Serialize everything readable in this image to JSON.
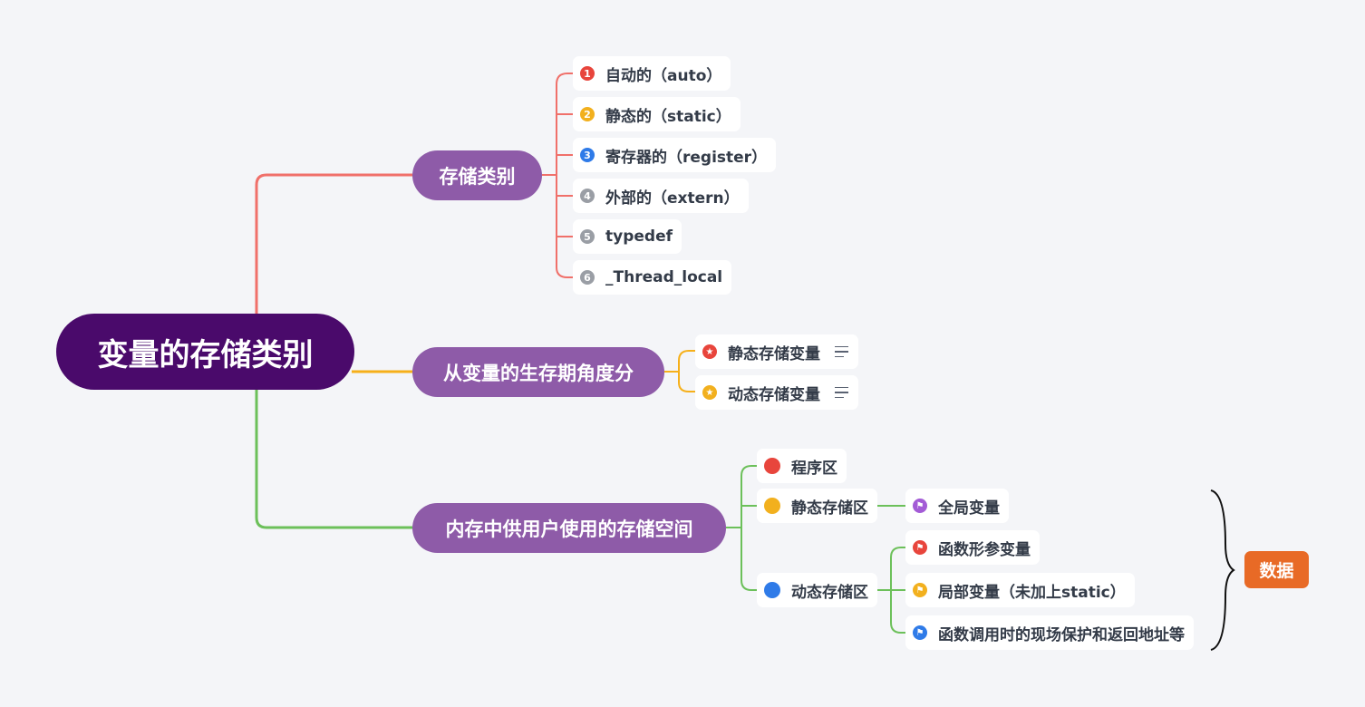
{
  "root": {
    "label": "变量的存储类别"
  },
  "branches": [
    {
      "label": "存储类别",
      "color": "#f0706a",
      "children": [
        {
          "marker": "number-1",
          "marker_text": "1",
          "marker_color": "#e8453c",
          "label": "自动的（auto）"
        },
        {
          "marker": "number-2",
          "marker_text": "2",
          "marker_color": "#f2b01e",
          "label": "静态的（static）"
        },
        {
          "marker": "number-3",
          "marker_text": "3",
          "marker_color": "#2f7be8",
          "label": "寄存器的（register）"
        },
        {
          "marker": "number-4",
          "marker_text": "4",
          "marker_color": "#9a9ea5",
          "label": "外部的（extern）"
        },
        {
          "marker": "number-5",
          "marker_text": "5",
          "marker_color": "#9a9ea5",
          "label": "typedef"
        },
        {
          "marker": "number-6",
          "marker_text": "6",
          "marker_color": "#9a9ea5",
          "label": "_Thread_local"
        }
      ]
    },
    {
      "label": "从变量的生存期角度分",
      "color": "#f6b01a",
      "children": [
        {
          "marker": "star-red",
          "marker_text": "★",
          "marker_color": "#e8453c",
          "label": "静态存储变量",
          "has_notes": true
        },
        {
          "marker": "star-yellow",
          "marker_text": "★",
          "marker_color": "#f2b01e",
          "label": "动态存储变量",
          "has_notes": true
        }
      ]
    },
    {
      "label": "内存中供用户使用的存储空间",
      "color": "#6cc05a",
      "children": [
        {
          "marker": "dot-red",
          "marker_color": "#e8453c",
          "label": "程序区"
        },
        {
          "marker": "dot-yellow",
          "marker_color": "#f2b01e",
          "label": "静态存储区",
          "children": [
            {
              "marker": "flag-purple",
              "marker_text": "⚑",
              "marker_color": "#a35bd6",
              "label": "全局变量"
            }
          ]
        },
        {
          "marker": "dot-blue",
          "marker_color": "#2f7be8",
          "label": "动态存储区",
          "children": [
            {
              "marker": "flag-red",
              "marker_text": "⚑",
              "marker_color": "#e8453c",
              "label": "函数形参变量"
            },
            {
              "marker": "flag-yellow",
              "marker_text": "⚑",
              "marker_color": "#f2b01e",
              "label": "局部变量（未加上static）"
            },
            {
              "marker": "flag-blue",
              "marker_text": "⚑",
              "marker_color": "#2f7be8",
              "label": "函数调用时的现场保护和返回地址等"
            }
          ]
        }
      ]
    }
  ],
  "summary": {
    "label": "数据",
    "color": "#e86a26"
  }
}
